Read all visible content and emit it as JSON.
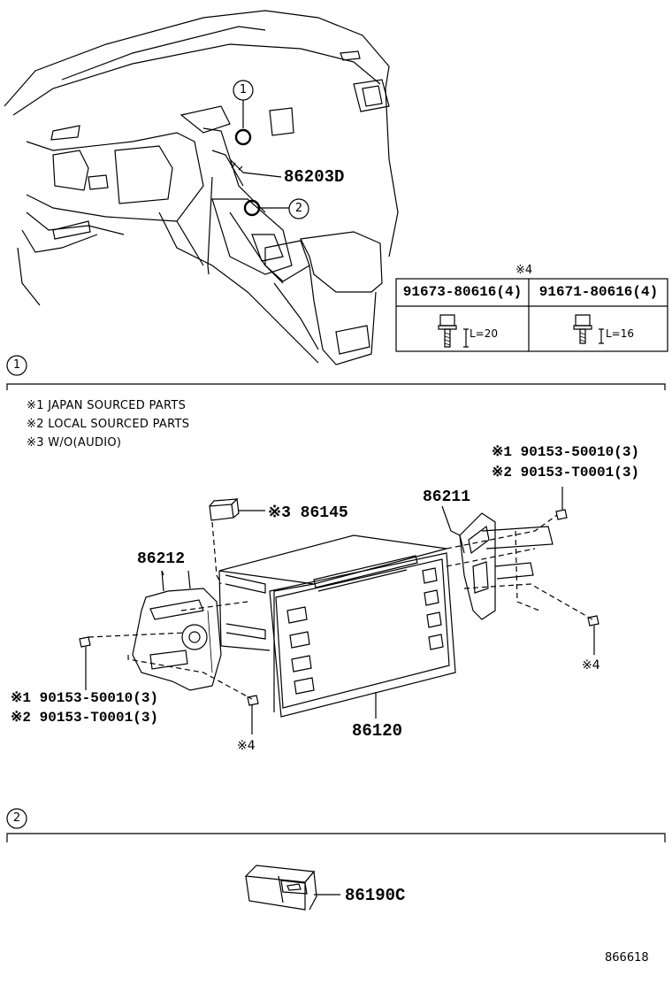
{
  "overview": {
    "callout_1": "1",
    "callout_2": "2",
    "part_86203D": "86203D"
  },
  "bolt_table": {
    "header_note": "※4",
    "col_1_part": "91673-80616(4)",
    "col_2_part": "91671-80616(4)",
    "col_1_length": "L=20",
    "col_2_length": "L=16"
  },
  "section_1": {
    "label": "1",
    "legend": [
      "※1  JAPAN SOURCED PARTS",
      "※2  LOCAL SOURCED PARTS",
      "※3  W/O(AUDIO)"
    ],
    "screws_right": [
      "※1 90153-50010(3)",
      "※2 90153-T0001(3)"
    ],
    "screws_left": [
      "※1 90153-50010(3)",
      "※2 90153-T0001(3)"
    ],
    "part_86145": "※3 86145",
    "part_86211": "86211",
    "part_86212": "86212",
    "part_86120": "86120",
    "note_4_right": "※4",
    "note_4_bottom": "※4"
  },
  "section_2": {
    "label": "2",
    "part_86190C": "86190C"
  },
  "diagram_id": "866618"
}
